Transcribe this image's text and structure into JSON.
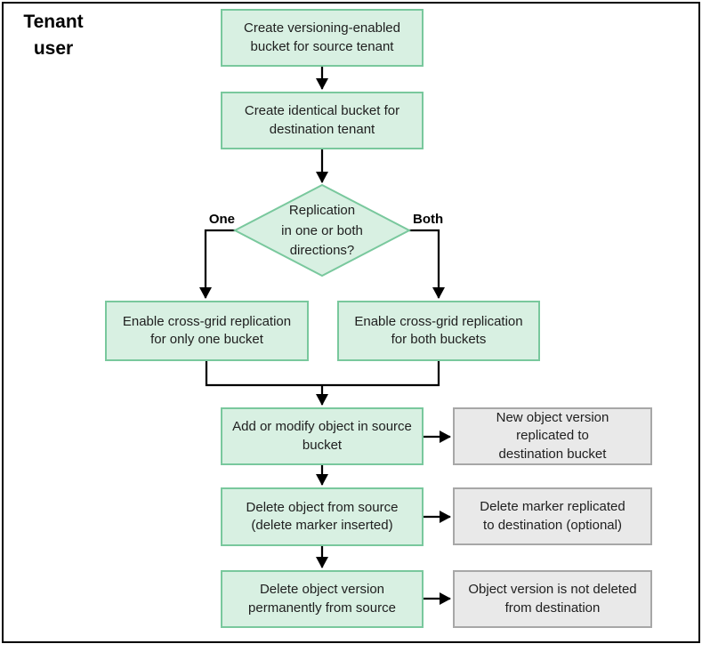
{
  "actor": {
    "line1": "Tenant",
    "line2": "user"
  },
  "steps": {
    "create_source_bucket": "Create versioning-enabled bucket for source tenant",
    "create_destination_bucket": "Create identical bucket for destination tenant"
  },
  "decision": {
    "line1": "Replication",
    "line2": "in one or both",
    "line3": "directions?",
    "branch_one": "One",
    "branch_both": "Both"
  },
  "branches": {
    "enable_one": "Enable cross-grid replication for only one bucket",
    "enable_both": "Enable cross-grid replication for both buckets"
  },
  "rows": [
    {
      "action": "Add or modify object in source bucket",
      "result": "New object version replicated to destination bucket"
    },
    {
      "action": "Delete object from source (delete marker inserted)",
      "result": "Delete marker replicated to destination (optional)"
    },
    {
      "action": "Delete object version permanently from source",
      "result": "Object version is not deleted from destination"
    }
  ],
  "colors": {
    "green_fill": "#d8f0e2",
    "green_border": "#79c89d",
    "gray_fill": "#e9e9e9",
    "gray_border": "#a7a7a7",
    "line": "#000000"
  }
}
